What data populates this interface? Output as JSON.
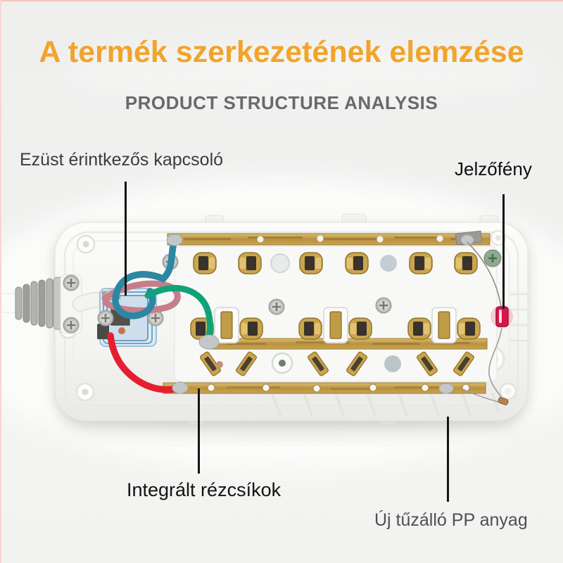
{
  "header": {
    "title": "A termék szerkezetének elemzése",
    "subtitle": "PRODUCT STRUCTURE ANALYSIS"
  },
  "annotations": {
    "silver_switch": "Ezüst érintkezős kapcsoló",
    "indicator_light": "Jelzőfény",
    "copper_strips": "Integrált rézcsíkok",
    "pp_material": "Új tűzálló PP anyag"
  },
  "colors": {
    "accent_orange": "#F1A42B",
    "subtitle_gray": "#696969",
    "label_dark": "#131313",
    "label_gray": "#4F4F51",
    "callout_line": "#151515",
    "led_red": "#D6164A",
    "wire_red": "#E51E30",
    "wire_green": "#10A378",
    "wire_teal": "#2B87A2",
    "wire_pink": "#C57F8B",
    "brass": "#C9A54E",
    "top_edge_pink": "#F5C4BF"
  }
}
